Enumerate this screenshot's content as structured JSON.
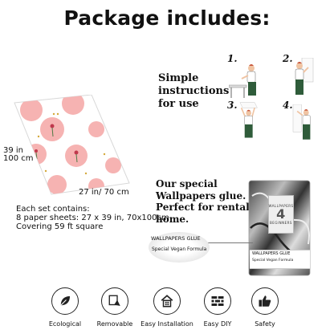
{
  "title": "Package includes:",
  "dimensions": {
    "width_label": "27 in/ 70 cm",
    "height_label_line1": "39 in",
    "height_label_line2": "100 cm"
  },
  "set_contents": {
    "line1": "Each set contains:",
    "line2": "8 paper sheets: 27 x 39 in, 70x100cm",
    "line3": "Covering 59 ft square"
  },
  "instructions": {
    "line1": "Simple",
    "line2": "instructions",
    "line3": "for use",
    "steps": [
      "1.",
      "2.",
      "3.",
      "4."
    ]
  },
  "glue": {
    "line1": "Our special",
    "line2": "Wallpapers glue.",
    "line3": "Perfect for rental",
    "line4": "home."
  },
  "package": {
    "brand_line1": "WALLPAPERS",
    "brand_number": "4",
    "brand_line2": "BEGINNERS",
    "band_line1": "WALLPAPERS GLUE",
    "band_line2": "Special Vegan Formula"
  },
  "zoom_label": {
    "line1": "WALLPAPERS GLUE",
    "line2": "Special Vegan Formula"
  },
  "features": [
    {
      "label": "Ecological",
      "icon": "leaf-icon"
    },
    {
      "label": "Removable",
      "icon": "peel-icon"
    },
    {
      "label": "Easy Installation",
      "icon": "house-icon"
    },
    {
      "label": "Easy DIY",
      "icon": "brick-wall-icon"
    },
    {
      "label": "Safety",
      "icon": "thumbs-up-icon"
    }
  ],
  "colors": {
    "blush": "#f6b3b2",
    "accent_green": "#2f5c3a",
    "text": "#111111"
  }
}
